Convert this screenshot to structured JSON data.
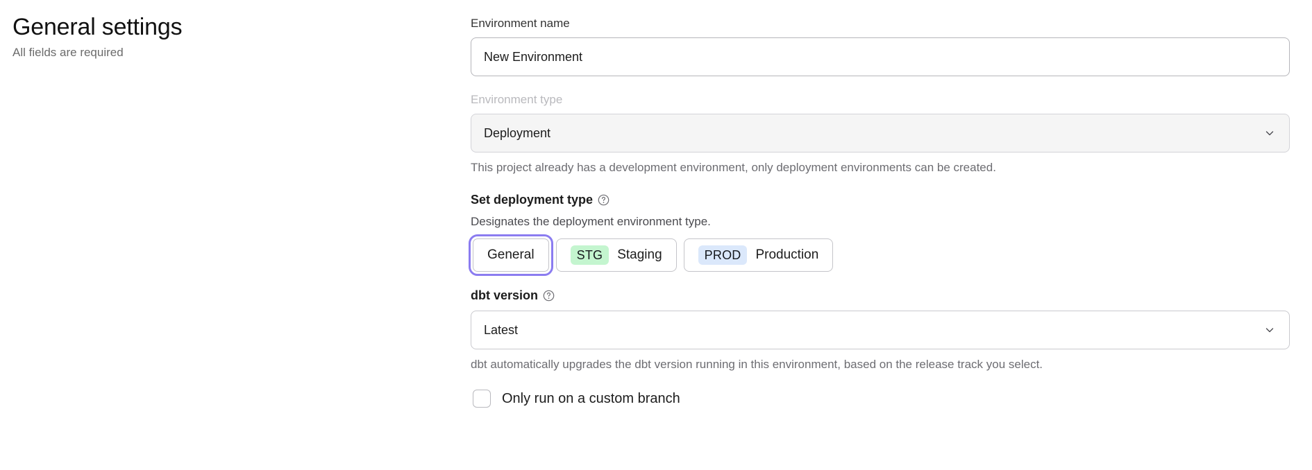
{
  "header": {
    "title": "General settings",
    "subtitle": "All fields are required"
  },
  "form": {
    "environment_name": {
      "label": "Environment name",
      "value": "New Environment",
      "placeholder": "Environment name"
    },
    "environment_type": {
      "label": "Environment type",
      "value": "Deployment",
      "disabled": true,
      "chevron_icon": "chevron-down-icon",
      "hint": "This project already has a development environment, only deployment environments can be created."
    },
    "deployment_type": {
      "heading": "Set deployment type",
      "help_icon": "help-circle-icon",
      "description": "Designates the deployment environment type.",
      "options": [
        {
          "badge": "",
          "label": "General",
          "selected": true,
          "badge_color": ""
        },
        {
          "badge": "STG",
          "label": "Staging",
          "selected": false,
          "badge_color": "#c4f5cf"
        },
        {
          "badge": "PROD",
          "label": "Production",
          "selected": false,
          "badge_color": "#dbe8fb"
        }
      ],
      "focus_ring_color": "#8b7cf0"
    },
    "dbt_version": {
      "label": "dbt version",
      "help_icon": "help-circle-icon",
      "value": "Latest",
      "chevron_icon": "chevron-down-icon",
      "hint": "dbt automatically upgrades the dbt version running in this environment, based on the release track you select."
    },
    "custom_branch": {
      "label": "Only run on a custom branch",
      "checked": false
    }
  }
}
